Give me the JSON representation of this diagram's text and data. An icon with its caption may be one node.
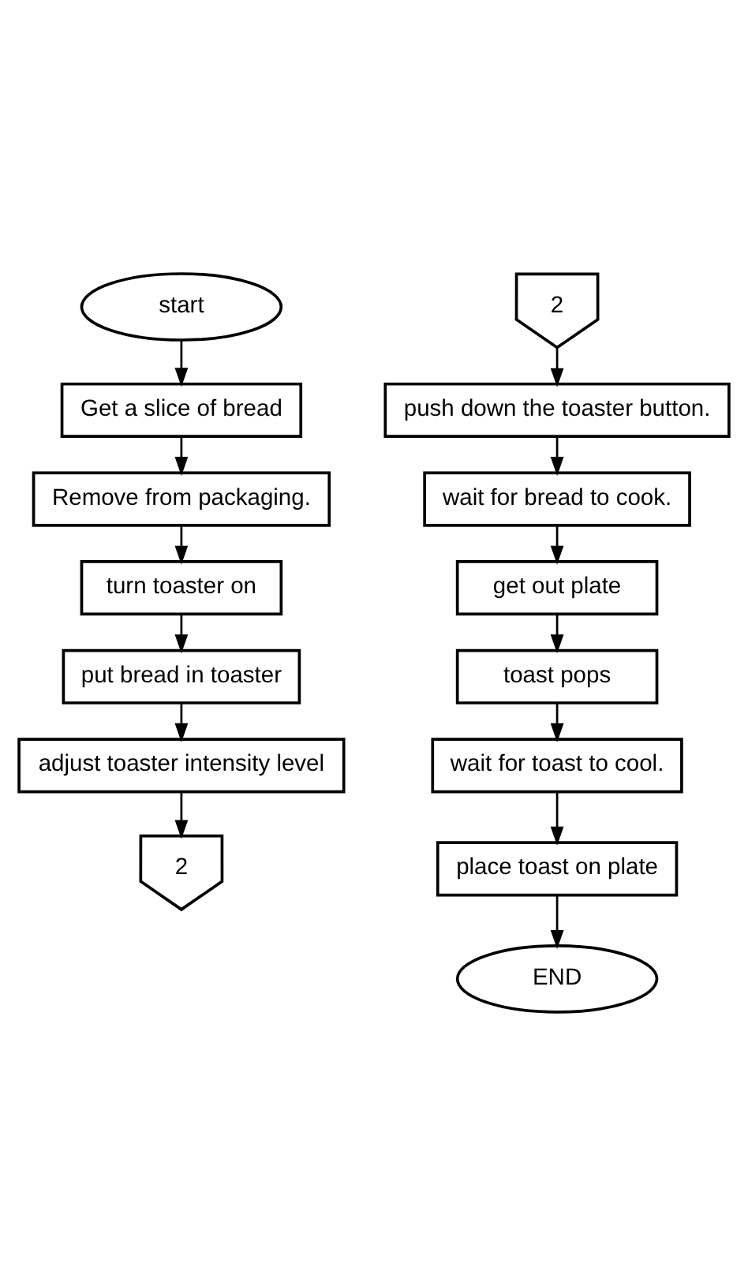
{
  "diagram": {
    "nodes": [
      {
        "text": [
          "start"
        ]
      },
      {
        "text": [
          "Get a slice of bread"
        ]
      },
      {
        "text": [
          "Remove from packaging."
        ]
      },
      {
        "text": [
          "turn toaster on"
        ]
      },
      {
        "text": [
          "put bread in toaster"
        ]
      },
      {
        "text": [
          "adjust toaster intensity level"
        ]
      },
      {
        "text": [
          "2"
        ]
      },
      {
        "text": [
          "2"
        ]
      },
      {
        "text": [
          "push down the toaster button."
        ]
      },
      {
        "text": [
          "wait for bread to cook."
        ]
      },
      {
        "text": [
          "get out plate"
        ]
      },
      {
        "text": [
          "toast pops"
        ]
      },
      {
        "text": [
          "wait for toast to cool."
        ]
      },
      {
        "text": [
          "place toast on plate"
        ]
      },
      {
        "text": [
          "END"
        ]
      }
    ],
    "edges": [
      {
        "from": 0,
        "to": 1,
        "arrow": "to"
      },
      {
        "from": 1,
        "to": 2,
        "arrow": "to"
      },
      {
        "from": 2,
        "to": 3,
        "arrow": "to"
      },
      {
        "from": 3,
        "to": 4,
        "arrow": "to"
      },
      {
        "from": 4,
        "to": 5,
        "arrow": "to"
      },
      {
        "from": 5,
        "to": 6,
        "arrow": "to"
      },
      {
        "from": 7,
        "to": 8,
        "arrow": "to"
      },
      {
        "from": 8,
        "to": 9,
        "arrow": "to"
      },
      {
        "from": 9,
        "to": 10,
        "arrow": "to"
      },
      {
        "from": 10,
        "to": 11,
        "arrow": "to"
      },
      {
        "from": 11,
        "to": 12,
        "arrow": "to"
      },
      {
        "from": 12,
        "to": 13,
        "arrow": "to"
      },
      {
        "from": 13,
        "to": 14,
        "arrow": "to"
      }
    ]
  }
}
